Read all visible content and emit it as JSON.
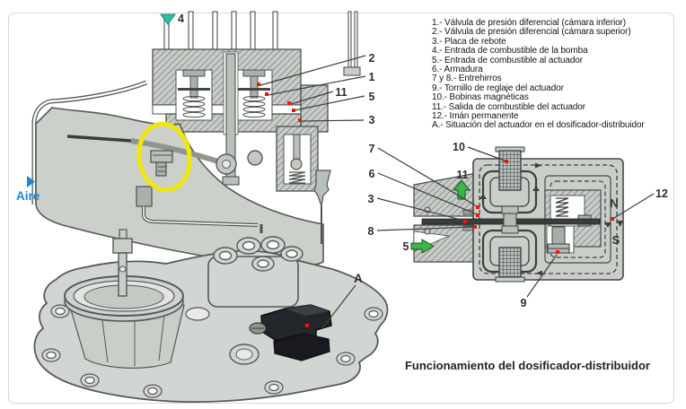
{
  "palette": {
    "background": "#ffffff",
    "frame_border": "#d8d8d8",
    "drawing_fill": "#c9cec9",
    "drawing_outline": "#4e524e",
    "hatch_line": "#6e746f",
    "marker_red": "#ee1509",
    "arrow_green": "#3cb54a",
    "arrow_teal": "#2dbda0",
    "highlight_yellow": "#f2e70c",
    "label_blue": "#1b87d6",
    "text_color": "#141414"
  },
  "legend": {
    "items": [
      "1.- Válvula de presión diferencial (cámara inferior)",
      "2.- Válvula de presión diferencial (cámara superior)",
      "3.- Placa de rebote",
      "4.- Entrada de combustible de la bomba",
      "5.- Entrada de combustible al actuador",
      "6.- Armadura",
      "7 y 8.- Entrehirros",
      "9.- Tornillo de reglaje del actuador",
      "10.- Bobinas magnéticas",
      "11.- Salida de combustible del actuador",
      "12.- Imán permanente",
      "A.- Situación del actuador en el dosificador-distribuidor"
    ]
  },
  "caption": "Funcionamiento del dosificador-distribuidor",
  "section_view": {
    "air_label": "Aire",
    "callout_4": "4",
    "callout_2": "2",
    "callout_1": "1",
    "callout_11": "11",
    "callout_5": "5",
    "callout_3": "3"
  },
  "actuator_view": {
    "callout_7": "7",
    "callout_6": "6",
    "callout_3": "3",
    "callout_8": "8",
    "callout_5": "5",
    "callout_10": "10",
    "callout_11": "11",
    "callout_12": "12",
    "callout_9": "9",
    "north_label": "N",
    "south_label": "S"
  },
  "distributor_view": {
    "callout_A": "A"
  }
}
